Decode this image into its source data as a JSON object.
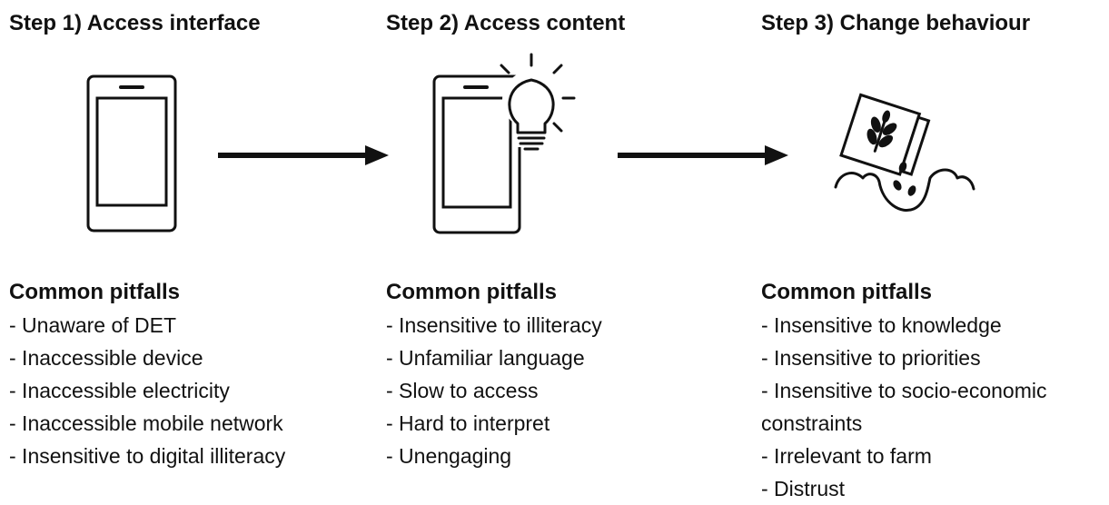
{
  "steps": [
    {
      "title": "Step 1) Access interface",
      "pitfalls_heading": "Common pitfalls",
      "pitfalls": [
        "- Unaware of DET",
        "- Inaccessible device",
        "- Inaccessible electricity",
        "- Inaccessible mobile network",
        "- Insensitive to digital illiteracy"
      ]
    },
    {
      "title": "Step 2) Access content",
      "pitfalls_heading": "Common pitfalls",
      "pitfalls": [
        "- Insensitive to illiteracy",
        "- Unfamiliar language",
        "- Slow to access",
        "- Hard to interpret",
        "- Unengaging"
      ]
    },
    {
      "title": "Step 3) Change behaviour",
      "pitfalls_heading": "Common pitfalls",
      "pitfalls": [
        "- Insensitive to knowledge",
        "- Insensitive to priorities",
        "- Insensitive to socio-economic",
        "constraints",
        "- Irrelevant to farm",
        "- Distrust"
      ]
    }
  ],
  "icons": {
    "step1": "smartphone-icon",
    "step2": "smartphone-lightbulb-icon",
    "step3": "seed-packet-planting-icon",
    "arrow": "right-arrow-icon"
  }
}
